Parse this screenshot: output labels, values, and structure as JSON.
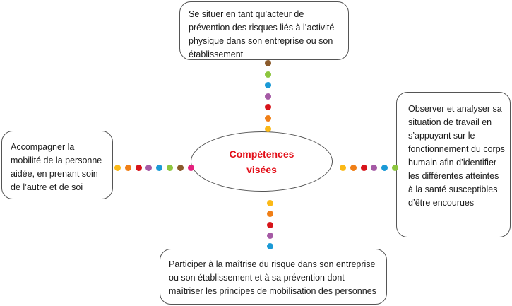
{
  "center": {
    "title": "Compétences visées"
  },
  "boxes": {
    "top": "Se situer en tant qu’acteur de prévention des risques liés à l’activité physique dans son entreprise ou son établissement",
    "left": "Accompagner la mobilité de la personne aidée, en prenant soin de l’autre et de soi",
    "right": "Observer et analyser sa situation de travail en s’appuyant sur le fonctionnement du corps humain afin d’identifier les différentes atteintes à la santé susceptibles d’être encourues",
    "bottom": "Participer à la maîtrise du risque dans son entreprise ou son établissement et à sa prévention dont maîtriser les principes de mobilisation des personnes"
  },
  "connector_colors": {
    "top": [
      "#8b5a2b",
      "#8dc63f",
      "#1b9ad6",
      "#a55aa5",
      "#d7141a",
      "#f07f16",
      "#fbb917"
    ],
    "left": [
      "#fbb917",
      "#f07f16",
      "#d7141a",
      "#a55aa5",
      "#1b9ad6",
      "#8dc63f",
      "#8b5a2b",
      "#e4217e"
    ],
    "right": [
      "#fbb917",
      "#f07f16",
      "#d7141a",
      "#a55aa5",
      "#1b9ad6",
      "#8dc63f"
    ],
    "bottom": [
      "#fbb917",
      "#f07f16",
      "#d7141a",
      "#a55aa5",
      "#1b9ad6"
    ]
  }
}
